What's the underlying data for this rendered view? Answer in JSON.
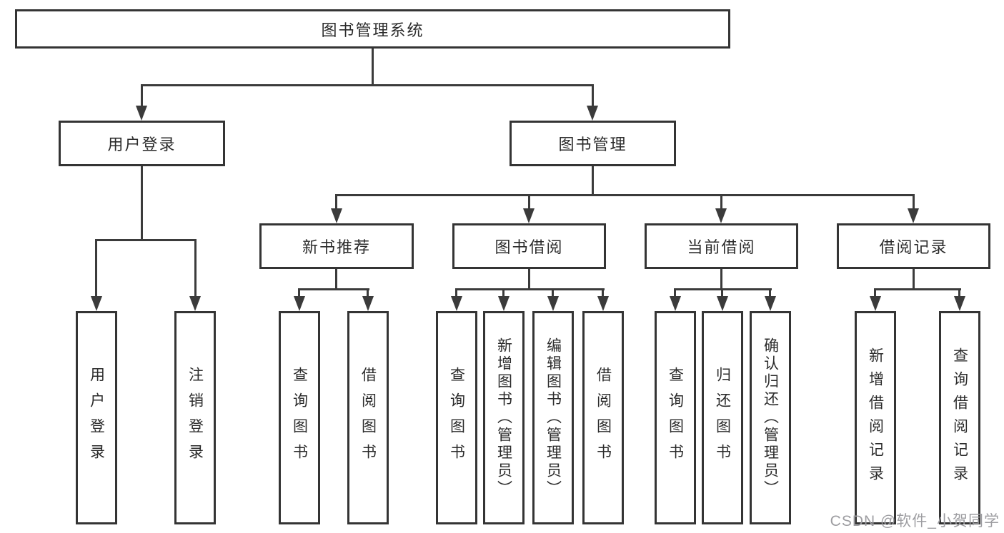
{
  "root": {
    "label": "图书管理系统"
  },
  "branches": [
    {
      "label": "用户登录",
      "children": [
        {
          "label": "用户登录"
        },
        {
          "label": "注销登录"
        }
      ]
    },
    {
      "label": "图书管理",
      "groups": [
        {
          "label": "新书推荐",
          "children": [
            {
              "label": "查询图书"
            },
            {
              "label": "借阅图书"
            }
          ]
        },
        {
          "label": "图书借阅",
          "children": [
            {
              "label": "查询图书"
            },
            {
              "label": "新增图书（管理员）"
            },
            {
              "label": "编辑图书（管理员）"
            },
            {
              "label": "借阅图书"
            }
          ]
        },
        {
          "label": "当前借阅",
          "children": [
            {
              "label": "查询图书"
            },
            {
              "label": "归还图书"
            },
            {
              "label": "确认归还（管理员）"
            }
          ]
        },
        {
          "label": "借阅记录",
          "children": [
            {
              "label": "新增借阅记录"
            },
            {
              "label": "查询借阅记录"
            }
          ]
        }
      ]
    }
  ],
  "watermark": {
    "text": "CSDN @软件_小贺同学"
  },
  "colors": {
    "line": "#3b3b3b",
    "box_border": "#343434",
    "text": "#2b2b2b",
    "watermark": "#9d9da1",
    "background": "#ffffff"
  }
}
